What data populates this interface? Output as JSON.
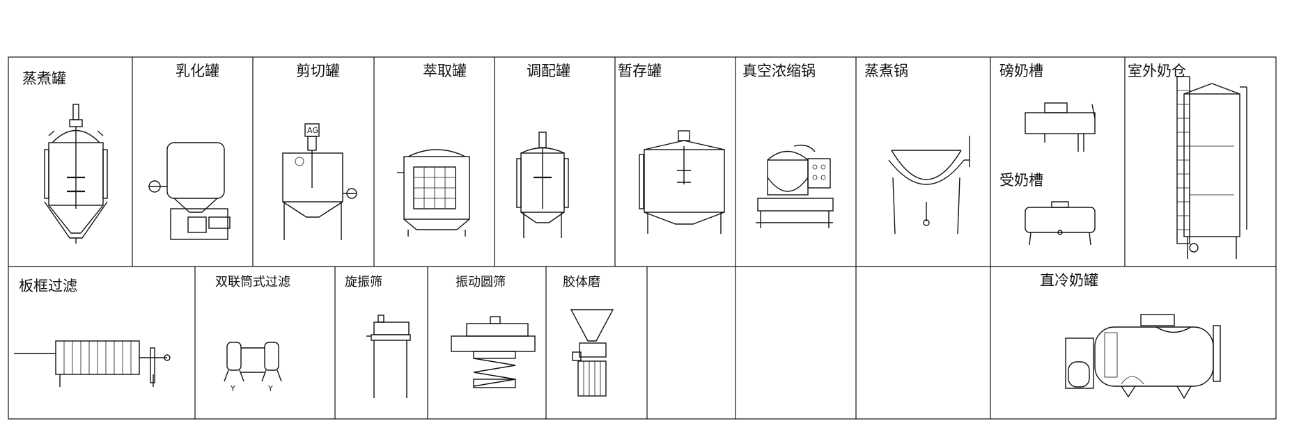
{
  "row1": [
    {
      "label": "蒸煮罐",
      "icon": "cooking-tank-icon"
    },
    {
      "label": "乳化罐",
      "icon": "emulsifying-tank-icon"
    },
    {
      "label": "剪切罐",
      "icon": "shearing-tank-icon"
    },
    {
      "label": "萃取罐",
      "icon": "extraction-tank-icon"
    },
    {
      "label": "调配罐",
      "icon": "blending-tank-icon"
    },
    {
      "label": "暂存罐",
      "icon": "storage-tank-icon"
    },
    {
      "label": "真空浓缩锅",
      "icon": "vacuum-concentrator-icon"
    },
    {
      "label": "蒸煮锅",
      "icon": "cooking-kettle-icon"
    },
    {
      "label": "磅奶槽",
      "label2": "受奶槽",
      "icon": "milk-weighing-trough-icon",
      "icon2": "milk-receiving-trough-icon"
    },
    {
      "label": "室外奶仓",
      "icon": "outdoor-milk-silo-icon"
    }
  ],
  "row2": [
    {
      "label": "板框过滤",
      "icon": "plate-frame-filter-icon"
    },
    {
      "label": "双联筒式过滤",
      "icon": "duplex-cartridge-filter-icon",
      "marks": [
        "Y",
        "Y"
      ]
    },
    {
      "label": "旋振筛",
      "icon": "rotary-vibrating-sieve-icon"
    },
    {
      "label": "振动圆筛",
      "icon": "circular-vibrating-screen-icon"
    },
    {
      "label": "胶体磨",
      "icon": "colloid-mill-icon"
    },
    {
      "label": "",
      "icon": ""
    },
    {
      "label": "",
      "icon": ""
    },
    {
      "label": "",
      "icon": ""
    },
    {
      "label": "直冷奶罐",
      "icon": "direct-cooling-milk-tank-icon"
    }
  ],
  "tag": "AG"
}
